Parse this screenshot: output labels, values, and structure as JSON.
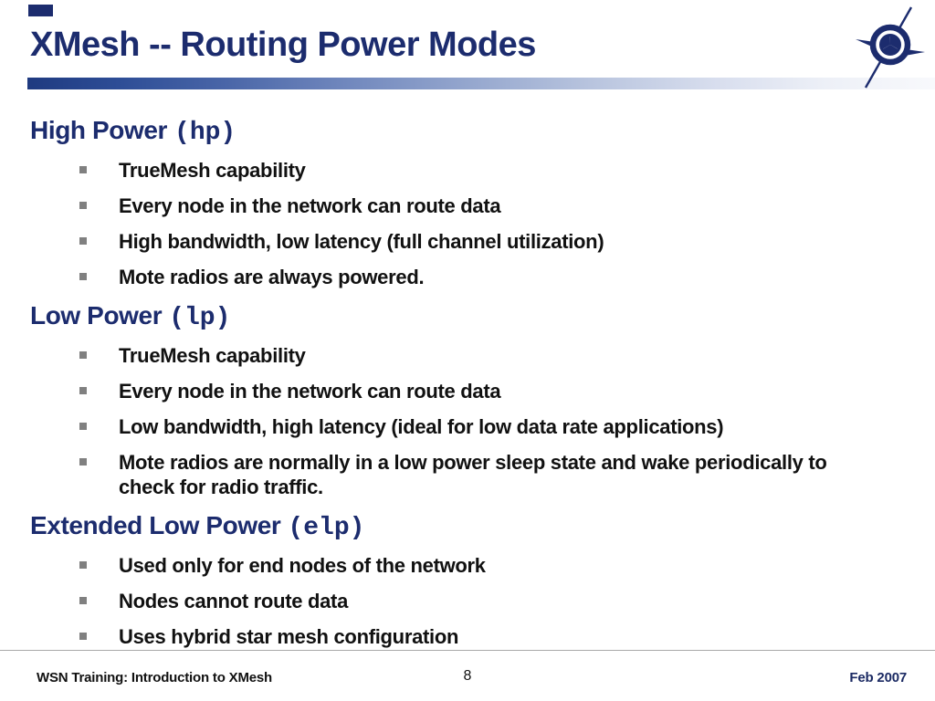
{
  "slide": {
    "title": "XMesh -- Routing Power Modes",
    "sections": [
      {
        "name": "High Power",
        "code": "hp",
        "code_wrapped": "(hp)",
        "bullets": [
          "TrueMesh capability",
          "Every node in the network can route data",
          "High bandwidth, low latency (full channel utilization)",
          "Mote radios are always powered."
        ]
      },
      {
        "name": "Low Power",
        "code": "lp",
        "code_wrapped": "(lp)",
        "bullets": [
          "TrueMesh capability",
          "Every node in the network can route data",
          "Low bandwidth, high latency (ideal for low data rate applications)",
          "Mote radios are normally in a low power sleep state and wake periodically to check for radio traffic."
        ]
      },
      {
        "name": "Extended Low Power",
        "code": "elp",
        "code_wrapped": "(elp)",
        "bullets": [
          "Used only for end nodes of the network",
          "Nodes cannot route data",
          "Uses hybrid star mesh configuration"
        ]
      }
    ],
    "footer": {
      "left": "WSN Training: Introduction to XMesh",
      "page_number": "8",
      "right": "Feb 2007"
    },
    "icons": {
      "logo": "crossbow-compass-logo",
      "bullet": "gray-square-bullet"
    },
    "colors": {
      "heading_navy": "#1c2c6e",
      "body_text": "#111111",
      "bullet_gray": "#808080",
      "bar_gradient_start": "#1f3a80",
      "bar_gradient_end": "#f8f9fc",
      "footer_date": "#1b2a63",
      "footer_divider": "#a8a8a8"
    }
  }
}
